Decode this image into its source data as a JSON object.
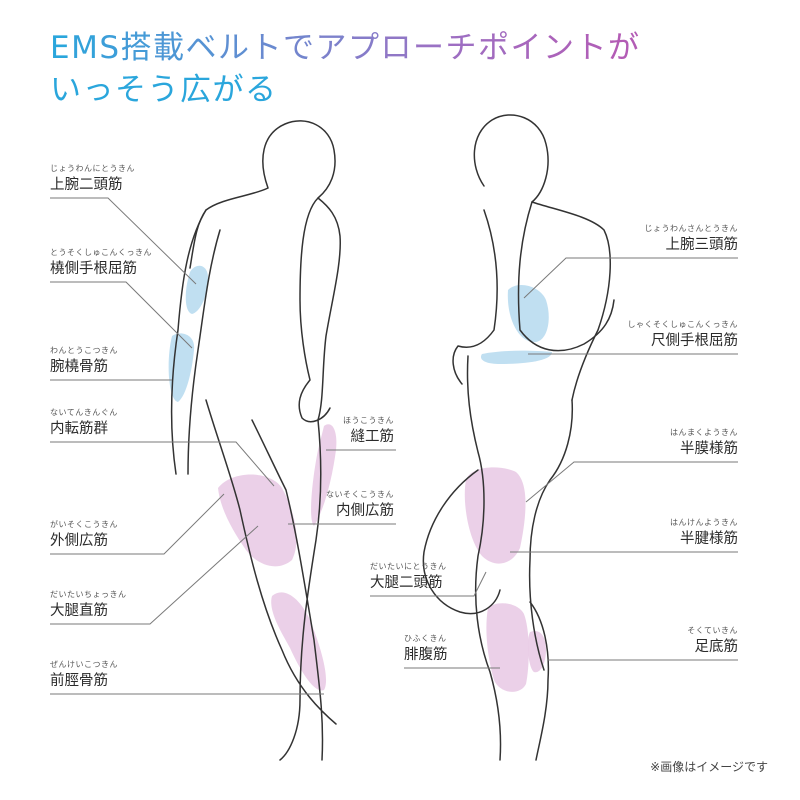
{
  "title": {
    "line1": "EMS搭載ベルトでアプローチポイントが",
    "line2": "いっそう広がる",
    "gradient": [
      "#2aa6dc",
      "#5f8fd2",
      "#9a72c4",
      "#b35cb5"
    ],
    "line2_color": "#2aa6dc"
  },
  "colors": {
    "upper_highlight": "#b9dcef",
    "lower_highlight": "#e9cbe6",
    "outline": "#333333",
    "leader": "#7a7a7a"
  },
  "left_labels": [
    {
      "ruby": "じょうわんにとうきん",
      "name": "上腕二頭筋"
    },
    {
      "ruby": "とうそくしゅこんくっきん",
      "name": "橈側手根屈筋"
    },
    {
      "ruby": "わんとうこつきん",
      "name": "腕橈骨筋"
    },
    {
      "ruby": "ないてんきんぐん",
      "name": "内転筋群"
    },
    {
      "ruby": "がいそくこうきん",
      "name": "外側広筋"
    },
    {
      "ruby": "だいたいちょっきん",
      "name": "大腿直筋"
    },
    {
      "ruby": "ぜんけいこつきん",
      "name": "前脛骨筋"
    }
  ],
  "center_left_labels": [
    {
      "ruby": "ほうこうきん",
      "name": "縫工筋"
    },
    {
      "ruby": "ないそくこうきん",
      "name": "内側広筋"
    }
  ],
  "center_right_labels": [
    {
      "ruby": "だいたいにとうきん",
      "name": "大腿二頭筋"
    },
    {
      "ruby": "ひふくきん",
      "name": "腓腹筋"
    }
  ],
  "right_labels": [
    {
      "ruby": "じょうわんさんとうきん",
      "name": "上腕三頭筋"
    },
    {
      "ruby": "しゃくそくしゅこんくっきん",
      "name": "尺側手根屈筋"
    },
    {
      "ruby": "はんまくようきん",
      "name": "半膜様筋"
    },
    {
      "ruby": "はんけんようきん",
      "name": "半腱様筋"
    },
    {
      "ruby": "そくていきん",
      "name": "足底筋"
    }
  ],
  "note": "※画像はイメージです"
}
